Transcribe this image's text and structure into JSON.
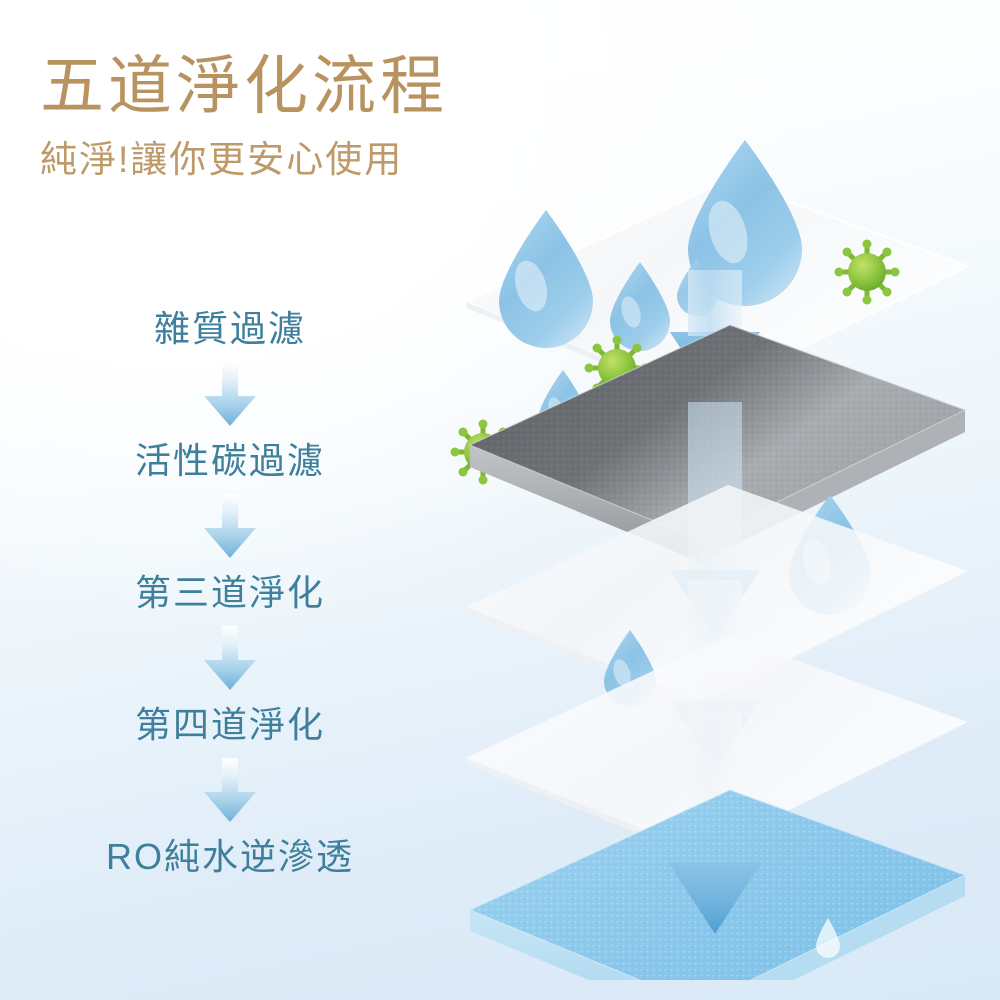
{
  "poster": {
    "title": "五道淨化流程",
    "subtitle": "純淨!讓你更安心使用",
    "title_color": "#b89360",
    "subtitle_color": "#bd9a68",
    "background_colors": [
      "#ffffff",
      "#eef6fb",
      "#d9e9f6"
    ],
    "step_label_color": "#3e7f9c",
    "arrow_color": "#59a8d8",
    "germ_color": "#8cc63f",
    "droplet_color": "#7fb9e0"
  },
  "flow": {
    "steps": [
      {
        "index": 1,
        "label": "雜質過濾"
      },
      {
        "index": 2,
        "label": "活性碳過濾"
      },
      {
        "index": 3,
        "label": "第三道淨化"
      },
      {
        "index": 4,
        "label": "第四道淨化"
      },
      {
        "index": 5,
        "label": "RO純水逆滲透"
      }
    ],
    "arrow_icon": "arrow-down-icon",
    "arrow_count": 4
  },
  "illustration": {
    "layers": [
      {
        "index": 1,
        "name": "sediment-filter-layer",
        "appearance": "transparent-white-sheet",
        "color": "#f2f5f7"
      },
      {
        "index": 2,
        "name": "activated-carbon-layer",
        "appearance": "gray-textured-slab",
        "color": "#6e7276"
      },
      {
        "index": 3,
        "name": "third-stage-layer",
        "appearance": "transparent-white-sheet",
        "color": "#f5f7f8"
      },
      {
        "index": 4,
        "name": "fourth-stage-layer",
        "appearance": "transparent-white-sheet",
        "color": "#f7f8f9"
      },
      {
        "index": 5,
        "name": "ro-membrane-layer",
        "appearance": "blue-textured-slab",
        "color": "#8ec9ea"
      }
    ],
    "droplets": 6,
    "germs": 3,
    "flow_arrow": "water-flow-arrow-icon",
    "flow_arrow_heads": 4
  }
}
